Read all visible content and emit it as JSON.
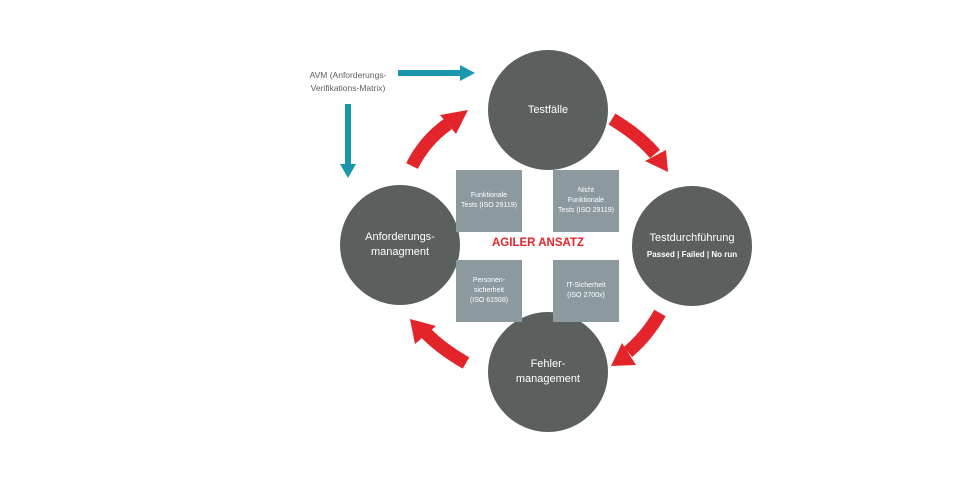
{
  "source_note": {
    "text": "AVM (Anforderungs-\nVerifikations-Matrix)"
  },
  "nodes": {
    "testfaelle": {
      "label": "Testfälle"
    },
    "testdurchfuehrung": {
      "label": "Testdurchführung",
      "sublabel": "Passed | Failed | No run"
    },
    "fehlermanagement": {
      "label": "Fehler-\nmanagement"
    },
    "anforderungsmanagement": {
      "label": "Anforderungs-\nmanagment"
    }
  },
  "center": {
    "title": "AGILER ANSATZ"
  },
  "boxes": {
    "funktionale": {
      "text": "Funktionale\nTests (ISO 29119)"
    },
    "nicht_funktionale": {
      "text": "Nicht\nFunktionale\nTests (ISO 29119)"
    },
    "personen": {
      "text": "Personen-\nsicherheit\n(ISO 61508)"
    },
    "it_sicherheit": {
      "text": "IT-Sicherheit\n(ISO 2700x)"
    }
  },
  "colors": {
    "circle": "#5b605e",
    "box": "#8c9a9f",
    "cycle_arrow": "#e3242b",
    "input_arrow": "#1b97ad",
    "accent_text": "#e3242b"
  }
}
